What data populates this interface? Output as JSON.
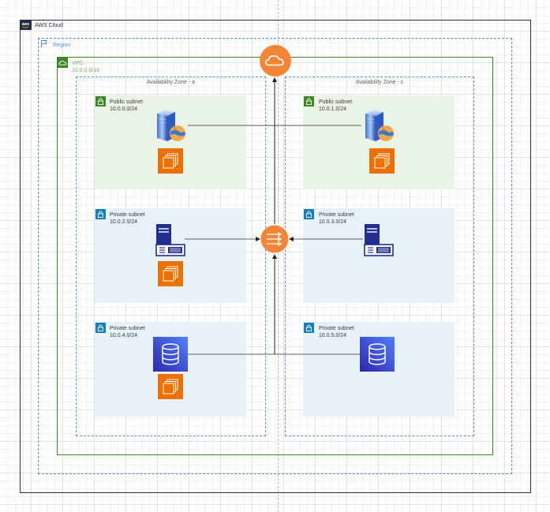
{
  "colors": {
    "cloud_border": "#232f3e",
    "region_border": "#5a8fd6",
    "vpc_border": "#3f8624",
    "public_subnet_fill": "#e9f3e6",
    "private_subnet_fill": "#e6f2f8",
    "public_badge": "#3f8624",
    "private_badge": "#147eba",
    "compute_orange": "#ed7100",
    "internet_gateway_orange": "#f58536",
    "database_blue": "#2e27ad",
    "server_navy": "#232f8e"
  },
  "cloud": {
    "label": "AWS Cloud",
    "icon": "aws-logo-icon"
  },
  "region": {
    "label": "Region",
    "icon": "region-flag-icon"
  },
  "vpc": {
    "label": "VPC",
    "cidr": "10.0.0.0/16",
    "icon": "vpc-cloud-icon"
  },
  "availability_zones": [
    {
      "label": "Availability Zone - a"
    },
    {
      "label": "Availability Zone - c"
    }
  ],
  "subnets": [
    {
      "label": "Public subnet",
      "cidr": "10.0.0.0/24"
    },
    {
      "label": "Public subnet",
      "cidr": "10.0.1.0/24"
    },
    {
      "label": "Private subnet",
      "cidr": "10.0.2.0/24"
    },
    {
      "label": "Private subnet",
      "cidr": "10.0.3.0/24"
    },
    {
      "label": "Private subnet",
      "cidr": "10.0.4.0/24"
    },
    {
      "label": "Private subnet",
      "cidr": "10.0.5.0/24"
    }
  ],
  "icons": {
    "internet_gateway": "internet-gateway-icon",
    "nat_gateway": "nat-gateway-icon",
    "web_server": "web-server-icon",
    "app_server": "app-server-icon",
    "ec2_instance": "ec2-instance-icon",
    "database": "database-icon",
    "subnet_lock": "lock-icon"
  }
}
